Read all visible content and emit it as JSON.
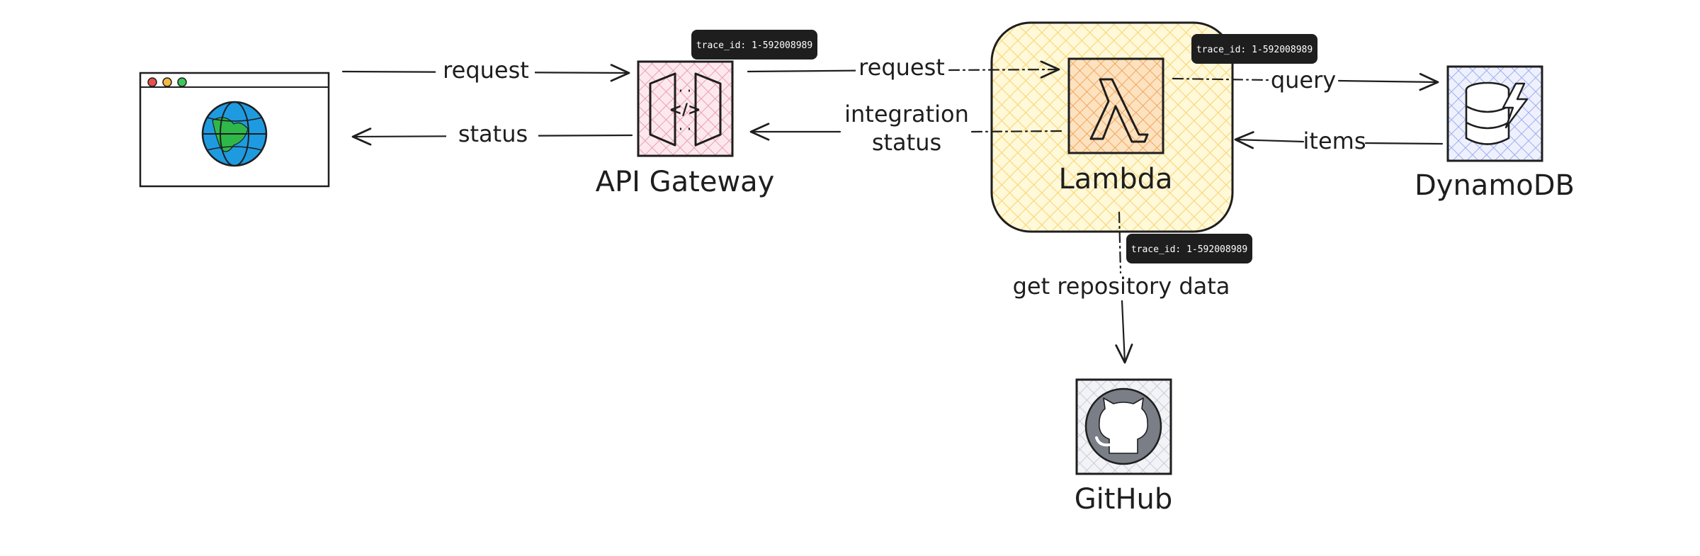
{
  "nodes": {
    "browser": {
      "icon": "browser-globe-icon"
    },
    "api_gateway": {
      "label": "API Gateway",
      "icon": "api-gateway-icon",
      "color": "#e8a0b4"
    },
    "lambda": {
      "label": "Lambda",
      "icon": "lambda-icon",
      "color": "#f2a65a"
    },
    "dynamodb": {
      "label": "DynamoDB",
      "icon": "dynamodb-icon",
      "color": "#7a8ee8"
    },
    "github": {
      "label": "GitHub",
      "icon": "github-icon",
      "color": "#b8bcc8"
    }
  },
  "container": {
    "color": "#ffe08a",
    "border": "#1e1e1e"
  },
  "edges": {
    "browser_to_api": "request",
    "api_to_browser": "status",
    "api_to_lambda": "request",
    "lambda_to_api_line1": "integration",
    "lambda_to_api_line2": "status",
    "lambda_to_dynamo": "query",
    "dynamo_to_lambda": "items",
    "lambda_to_github": "get repository data"
  },
  "trace_tags": {
    "api_gateway": "trace_id: 1-592008989",
    "lambda": "trace_id: 1-592008989",
    "github_call": "trace_id: 1-592008989"
  }
}
